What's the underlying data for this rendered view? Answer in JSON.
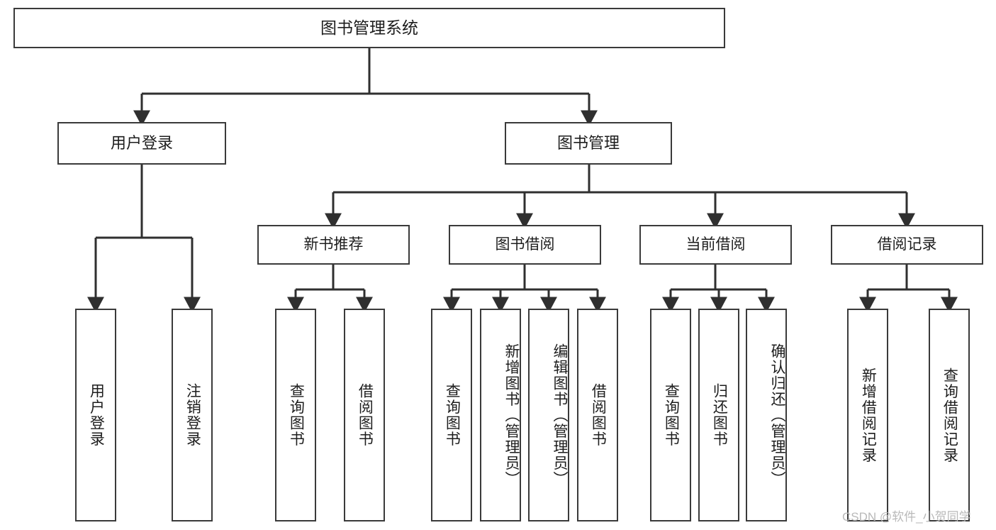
{
  "diagram": {
    "title": "图书管理系统",
    "type": "tree",
    "root": {
      "id": "root",
      "label": "图书管理系统",
      "level": 1
    },
    "level2": [
      {
        "id": "user-login",
        "label": "用户登录"
      },
      {
        "id": "book-management",
        "label": "图书管理"
      }
    ],
    "level3": [
      {
        "id": "new-book-recommend",
        "label": "新书推荐",
        "parent": "book-management"
      },
      {
        "id": "book-borrow",
        "label": "图书借阅",
        "parent": "book-management"
      },
      {
        "id": "current-borrow",
        "label": "当前借阅",
        "parent": "book-management"
      },
      {
        "id": "borrow-record",
        "label": "借阅记录",
        "parent": "book-management"
      }
    ],
    "leaves": [
      {
        "id": "leaf-user-login",
        "label": "用户登录",
        "parent": "user-login"
      },
      {
        "id": "leaf-logout",
        "label": "注销登录",
        "parent": "user-login"
      },
      {
        "id": "leaf-query-book-1",
        "label": "查询图书",
        "parent": "new-book-recommend"
      },
      {
        "id": "leaf-borrow-book-1",
        "label": "借阅图书",
        "parent": "new-book-recommend"
      },
      {
        "id": "leaf-query-book-2",
        "label": "查询图书",
        "parent": "book-borrow"
      },
      {
        "id": "leaf-add-book",
        "label": "新增图书（管理员）",
        "parent": "book-borrow"
      },
      {
        "id": "leaf-edit-book",
        "label": "编辑图书（管理员）",
        "parent": "book-borrow"
      },
      {
        "id": "leaf-borrow-book-2",
        "label": "借阅图书",
        "parent": "book-borrow"
      },
      {
        "id": "leaf-query-book-3",
        "label": "查询图书",
        "parent": "current-borrow"
      },
      {
        "id": "leaf-return-book",
        "label": "归还图书",
        "parent": "current-borrow"
      },
      {
        "id": "leaf-confirm-return",
        "label": "确认归还（管理员）",
        "parent": "current-borrow"
      },
      {
        "id": "leaf-add-record",
        "label": "新增借阅记录",
        "parent": "borrow-record"
      },
      {
        "id": "leaf-query-record",
        "label": "查询借阅记录",
        "parent": "borrow-record"
      }
    ]
  },
  "watermark": {
    "text": "CSDN @软件_小贺同学"
  },
  "colors": {
    "box_border": "#3a3a3a",
    "connector": "#2f2f2f",
    "background": "#ffffff",
    "text": "#1d1d1d",
    "watermark": "#b9b9b9"
  }
}
